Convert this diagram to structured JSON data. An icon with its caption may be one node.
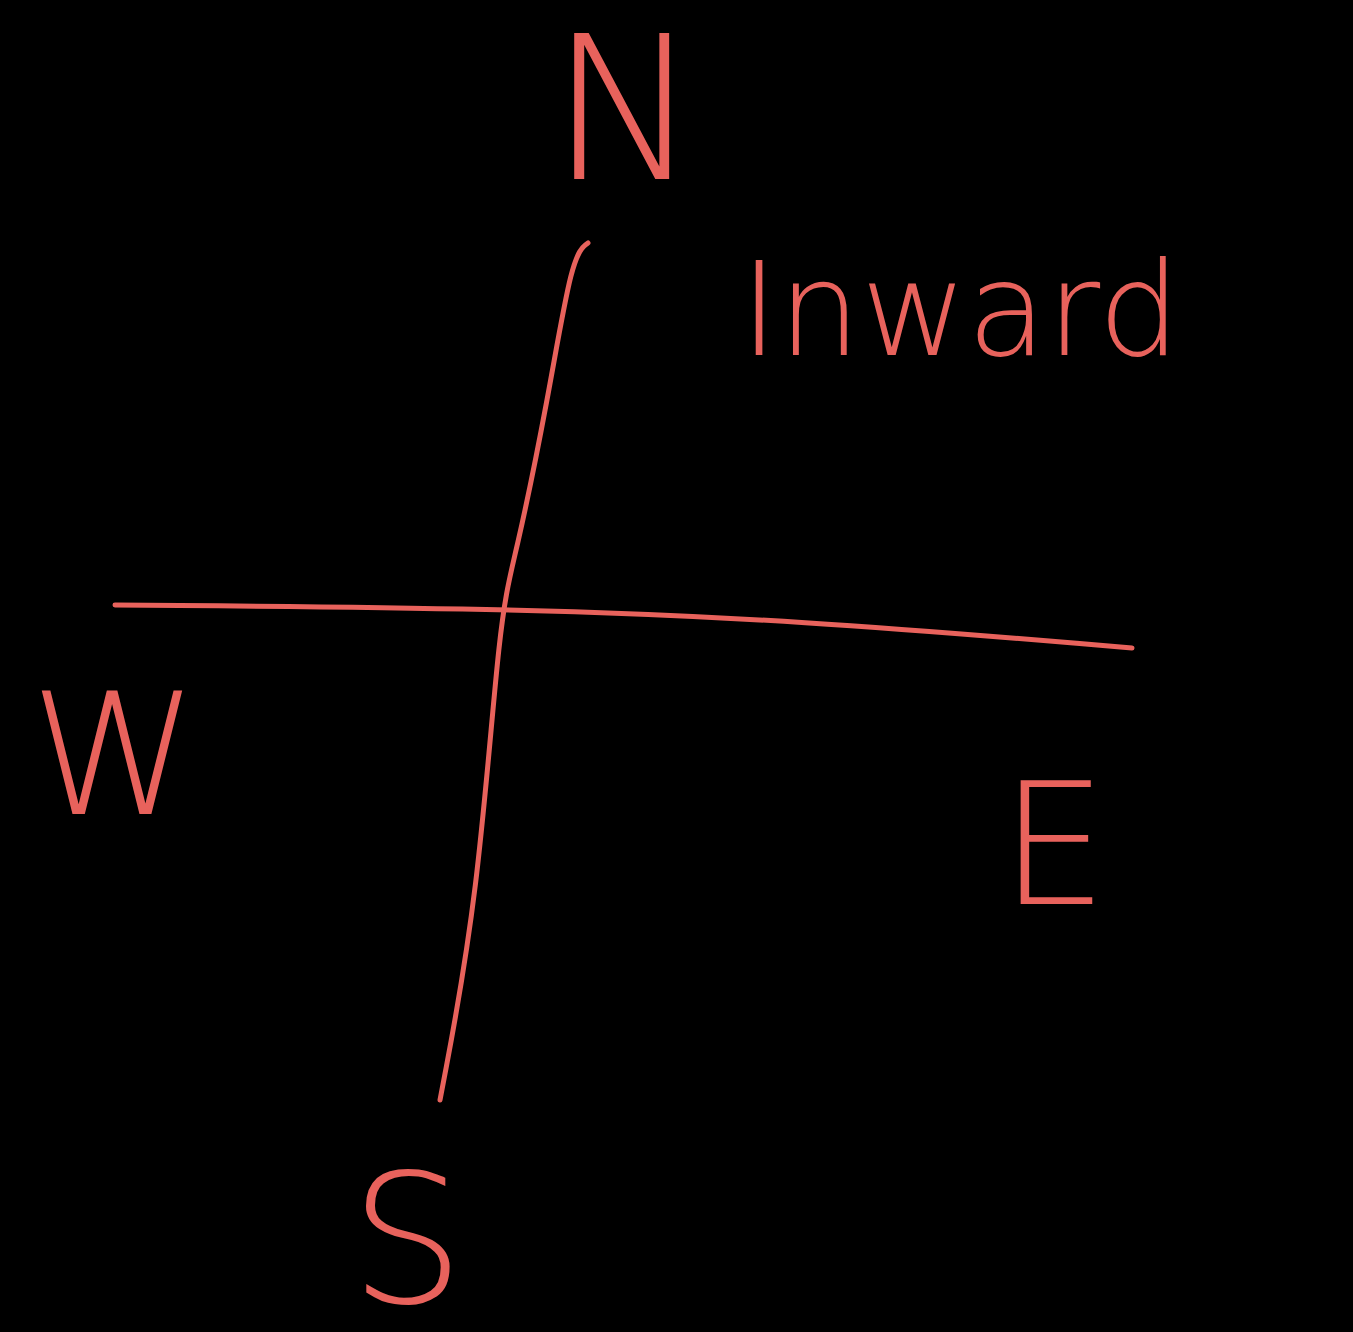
{
  "diagram": {
    "labels": [
      "N",
      "Inward",
      "W",
      "E",
      "S"
    ]
  }
}
